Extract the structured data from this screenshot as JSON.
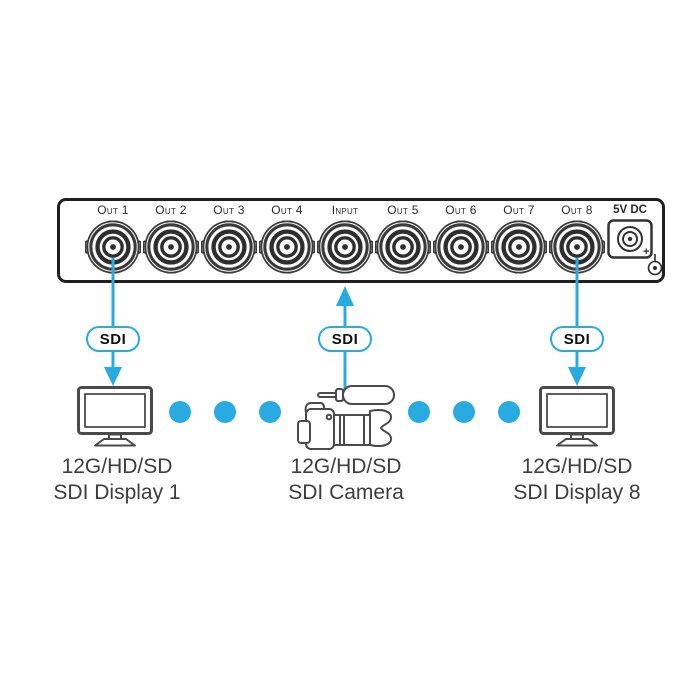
{
  "colors": {
    "accent_cyan": "#29ABE2",
    "panel_border": "#1f1f1f",
    "device_outline": "#4a4a4a",
    "label_text": "#3d3d3d"
  },
  "panel": {
    "ports": [
      "Out 1",
      "Out 2",
      "Out 3",
      "Out 4",
      "Input",
      "Out 5",
      "Out 6",
      "Out 7",
      "Out 8"
    ],
    "power_label": "5V DC",
    "polarity": "+"
  },
  "connections": [
    {
      "label": "SDI",
      "direction": "down"
    },
    {
      "label": "SDI",
      "direction": "up"
    },
    {
      "label": "SDI",
      "direction": "down"
    }
  ],
  "endpoints": [
    {
      "type": "display",
      "line1": "12G/HD/SD",
      "line2": "SDI Display 1"
    },
    {
      "type": "camera",
      "line1": "12G/HD/SD",
      "line2": "SDI Camera"
    },
    {
      "type": "display",
      "line1": "12G/HD/SD",
      "line2": "SDI Display 8"
    }
  ]
}
